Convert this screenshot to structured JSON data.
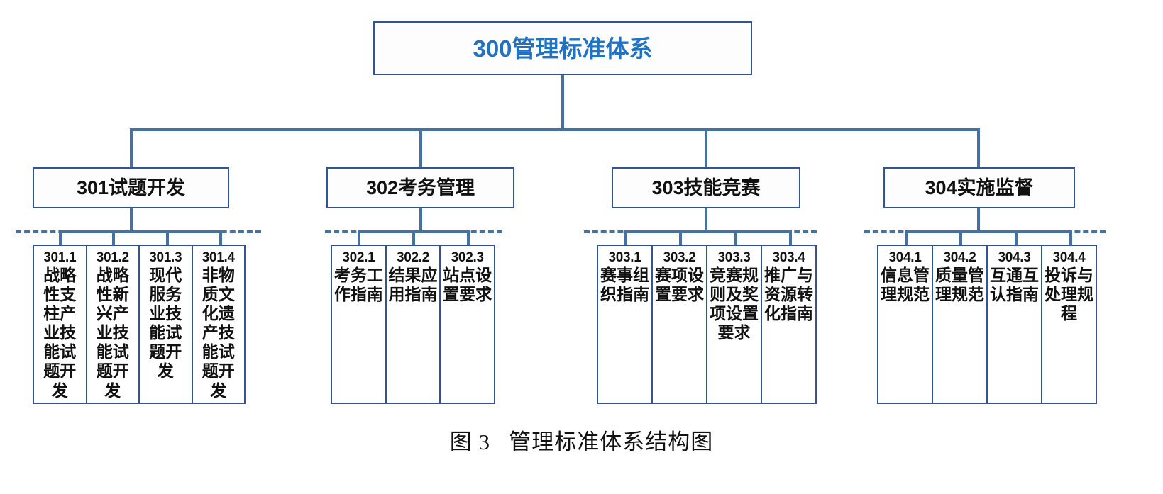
{
  "figure": {
    "caption_number": "图 3",
    "caption_title": "管理标准体系结构图",
    "colors": {
      "root_text": "#2072C4",
      "box_border": "#2F5597",
      "connector": "#4472A4",
      "node_text": "#111111",
      "background": "#FFFFFF"
    }
  },
  "root": {
    "label": "300管理标准体系"
  },
  "branches": [
    {
      "label": "301试题开发",
      "children": [
        {
          "code": "301.1",
          "name": "战略性支柱产业技能试题开发"
        },
        {
          "code": "301.2",
          "name": "战略性新兴产业技能试题开发"
        },
        {
          "code": "301.3",
          "name": "现代服务业技能试题开发"
        },
        {
          "code": "301.4",
          "name": "非物质文化遗产技能试题开发"
        }
      ]
    },
    {
      "label": "302考务管理",
      "children": [
        {
          "code": "302.1",
          "name": "考务工作指南"
        },
        {
          "code": "302.2",
          "name": "结果应用指南"
        },
        {
          "code": "302.3",
          "name": "站点设置要求"
        }
      ]
    },
    {
      "label": "303技能竞赛",
      "children": [
        {
          "code": "303.1",
          "name": "赛事组织指南"
        },
        {
          "code": "303.2",
          "name": "赛项设置要求"
        },
        {
          "code": "303.3",
          "name": "竞赛规则及奖项设置要求"
        },
        {
          "code": "303.4",
          "name": "推广与资源转化指南"
        }
      ]
    },
    {
      "label": "304实施监督",
      "children": [
        {
          "code": "304.1",
          "name": "信息管理规范"
        },
        {
          "code": "304.2",
          "name": "质量管理规范"
        },
        {
          "code": "304.3",
          "name": "互通互认指南"
        },
        {
          "code": "304.4",
          "name": "投诉与处理规程"
        }
      ]
    }
  ]
}
